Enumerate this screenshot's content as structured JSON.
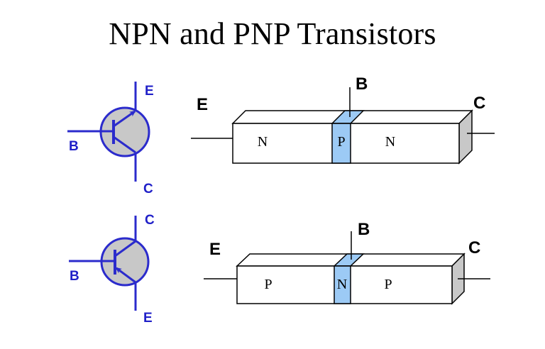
{
  "title": "NPN and PNP Transistors",
  "colors": {
    "symbol_stroke": "#2b2bcc",
    "symbol_fill": "#c8c8c8",
    "label_blue": "#2020c8",
    "base_region_fill": "#9ccaf5",
    "end_face_fill": "#c8c8c8",
    "outline": "#000000"
  },
  "npn": {
    "symbol": {
      "type": "NPN",
      "labels": {
        "emitter": "E",
        "base": "B",
        "collector": "C"
      }
    },
    "block": {
      "labels": {
        "emitter": "E",
        "base": "B",
        "collector": "C"
      },
      "regions": [
        "N",
        "P",
        "N"
      ]
    }
  },
  "pnp": {
    "symbol": {
      "type": "PNP",
      "labels": {
        "collector": "C",
        "base": "B",
        "emitter": "E"
      }
    },
    "block": {
      "labels": {
        "emitter": "E",
        "base": "B",
        "collector": "C"
      },
      "regions": [
        "P",
        "N",
        "P"
      ]
    }
  }
}
